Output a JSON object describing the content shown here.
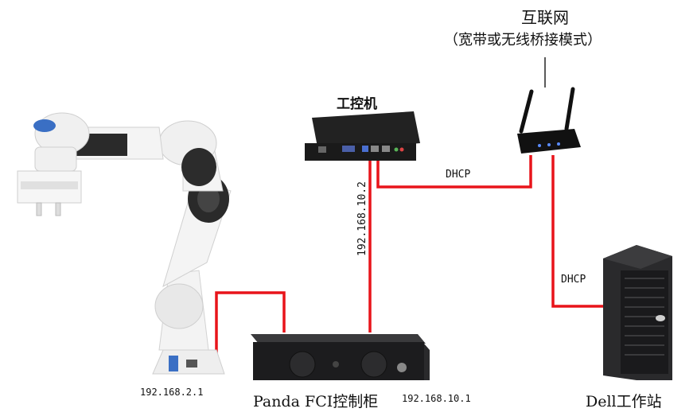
{
  "labels": {
    "internet": "互联网",
    "internet_sub": "（宽带或无线桥接模式）",
    "ipc": "工控机",
    "dhcp_ipc": "DHCP",
    "dhcp_dell": "DHCP",
    "ip_ipc": "192.168.10.2",
    "ip_robot": "192.168.2.1",
    "controller": "Panda FCI控制柜",
    "ip_controller": "192.168.10.1",
    "dell": "Dell工作站"
  },
  "colors": {
    "cable": "#e8141a",
    "antenna_line": "#222222",
    "device_dark": "#1c1c1e",
    "robot_white": "#f2f2f2",
    "robot_black": "#2a2a2a"
  }
}
